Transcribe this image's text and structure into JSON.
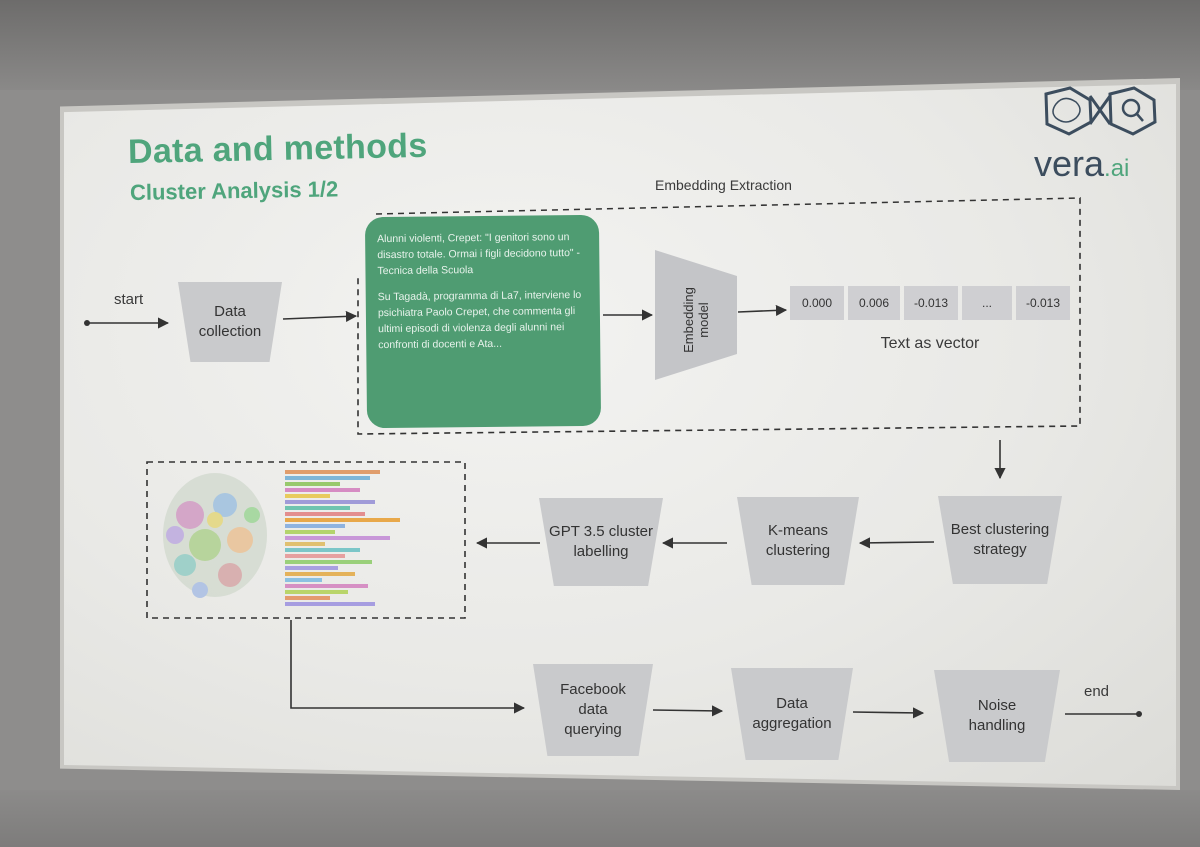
{
  "slide": {
    "title": "Data and methods",
    "subtitle": "Cluster Analysis 1/2",
    "logo_text": "vera",
    "logo_suffix": ".ai"
  },
  "section": {
    "embedding_title": "Embedding Extraction"
  },
  "labels": {
    "start": "start",
    "end": "end",
    "text_as_vector": "Text as vector"
  },
  "steps": {
    "data_collection": [
      "Data",
      "collection"
    ],
    "embedding_model": [
      "Embedding",
      "model"
    ],
    "best_clustering": [
      "Best clustering",
      "strategy"
    ],
    "kmeans": [
      "K-means",
      "clustering"
    ],
    "gpt_labelling": [
      "GPT 3.5 cluster",
      "labelling"
    ],
    "facebook_query": [
      "Facebook",
      "data",
      "querying"
    ],
    "data_aggregation": [
      "Data",
      "aggregation"
    ],
    "noise_handling": [
      "Noise",
      "handling"
    ]
  },
  "example_text": {
    "headline": "Alunni violenti, Crepet: \"I genitori sono un disastro totale. Ormai i figli decidono tutto\" - Tecnica della Scuola",
    "body": "Su Tagadà, programma di La7, interviene lo psichiatra Paolo Crepet, che commenta gli ultimi episodi di violenza degli alunni nei confronti di docenti e Ata..."
  },
  "vector": [
    "0.000",
    "0.006",
    "-0.013",
    "...",
    "-0.013"
  ],
  "colors": {
    "accent": "#4fa57c",
    "text_box": "#4f9c72",
    "step_fill": "#c9cacc",
    "logo_dark": "#3c4d5e"
  }
}
